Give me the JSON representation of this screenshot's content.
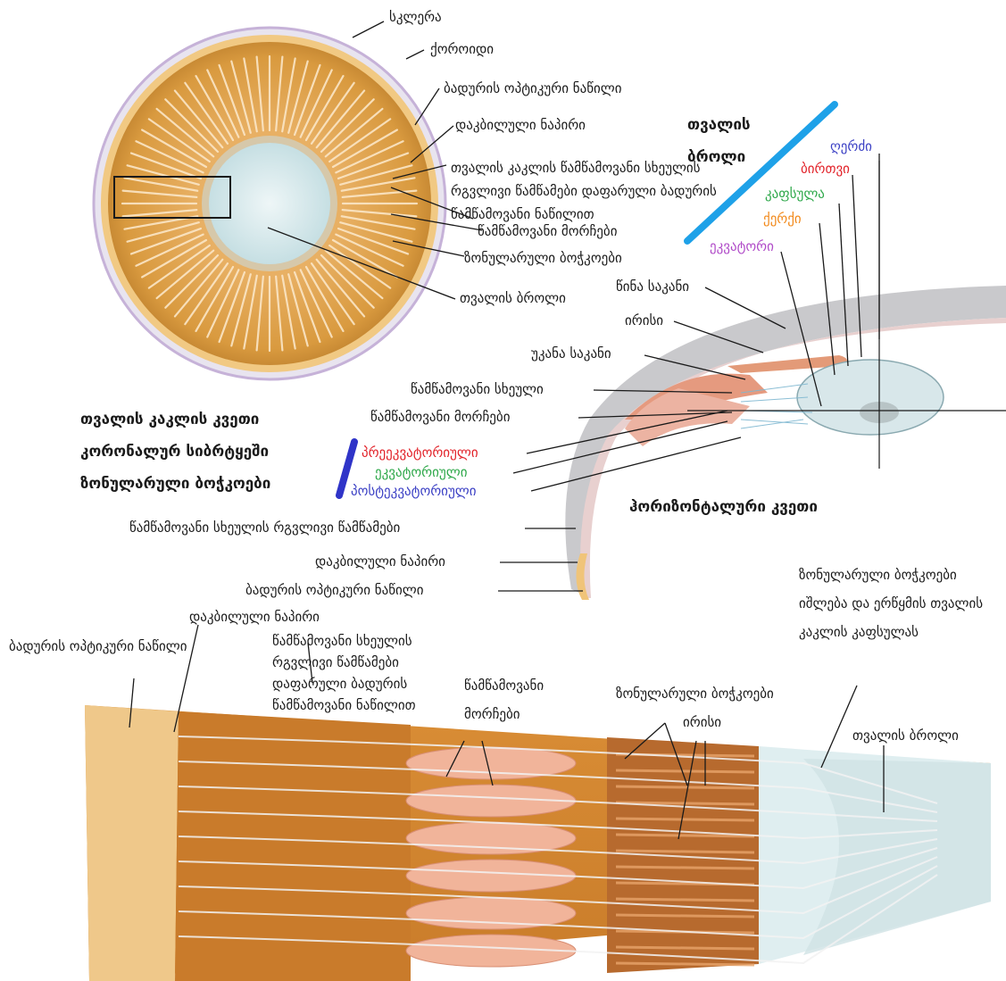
{
  "colors": {
    "orange": "#d9a14a",
    "iris": "#e1a178",
    "lens": "#d3e7ea",
    "gray": "#9e9e9e",
    "blue_bar": "#1ea1e8",
    "navy_bar": "#2f34c8"
  },
  "top": {
    "sclera": "სკლერა",
    "choroid": "ქოროიდი",
    "retina_optic": "ბადურის ოპტიკური ნაწილი",
    "ora_serrata": "დაკბილული ნაპირი",
    "ciliary_folds": "თვალის კაკლის წამწამოვანი სხეულის რგვლივი წამწამები დაფარული ბადურის წამწამოვანი ნაწილით",
    "ciliary_processes": "წამწამოვანი მორჩები",
    "zonular_fibers": "ზონულარული ბოჭკოები",
    "lens": "თვალის ბროლი"
  },
  "right": {
    "lens_title": "თვალის ბროლი",
    "nucleus": "ღერძი",
    "core": "ბირთვი",
    "capsule": "კაფსულა",
    "cortex": "ქერქი",
    "equator": "ეკვატორი",
    "anterior_chamber": "წინა საკანი",
    "iris": "ირისი",
    "posterior_chamber": "უკანა საკანი",
    "ciliary_body": "წამწამოვანი სხეული",
    "ciliary_processes": "წამწამოვანი მორჩები",
    "horizontal_section": "ჰორიზონტალური კვეთი"
  },
  "left": {
    "coronal_title": "თვალის კაკლის კვეთი კორონალურ სიბრტყეში ზონულარული ბოჭკოები",
    "pre": "პრეეკვატორიული",
    "eq": "ეკვატორიული",
    "post": "პოსტეკვატორიული"
  },
  "mid": {
    "ciliary_folds": "წამწამოვანი სხეულის რგვლივი წამწამები",
    "ora": "დაკბილული ნაპირი",
    "retina": "ბადურის ოპტიკური ნაწილი",
    "zonule_note": "ზონულარული ბოჭკოები იშლება და ერწყმის თვალის კაკლის კაფსულას"
  },
  "bottom": {
    "retina": "ბადურის ოპტიკური ნაწილი",
    "ora": "დაკბილული ნაპირი",
    "folds": "წამწამოვანი სხეულის რგვლივი წამწამები დაფარული ბადურის წამწამოვანი ნაწილით",
    "processes": "წამწამოვანი მორჩები",
    "zonular": "ზონულარული ბოჭკოები",
    "iris": "ირისი",
    "lens": "თვალის ბროლი"
  }
}
